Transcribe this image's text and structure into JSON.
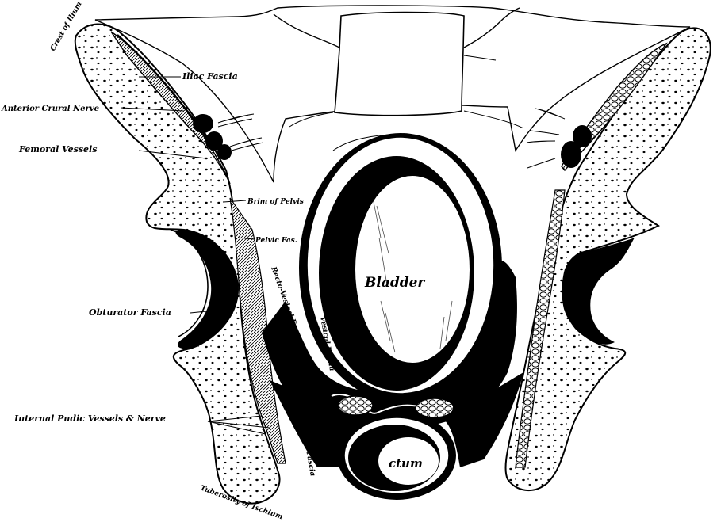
{
  "figure": {
    "labels": {
      "crest_of_ilium": "Crest of Ilium",
      "iliac_fascia": "Iliac Fascia",
      "anterior_crural_nerve": "Anterior Crural Nerve",
      "femoral_vessels": "Femoral Vessels",
      "brim_of_pelvis": "Brim of Pelvis",
      "pelvic_fas": "Pelvic Fas.",
      "recto_vesical_f": "Recto-Vesical F.",
      "obturator_fascia": "Obturator Fascia",
      "vesical_fascia": "Vesical Fascia",
      "internal_pudic": "Internal Pudic Vessels & Nerve",
      "anal_fascia": "Anal Fascia",
      "tuberosity": "Tuberosity of Ischium",
      "bladder": "Bladder",
      "rectum": "ctum"
    },
    "colors": {
      "ink": "#000000",
      "paper": "#ffffff"
    }
  }
}
